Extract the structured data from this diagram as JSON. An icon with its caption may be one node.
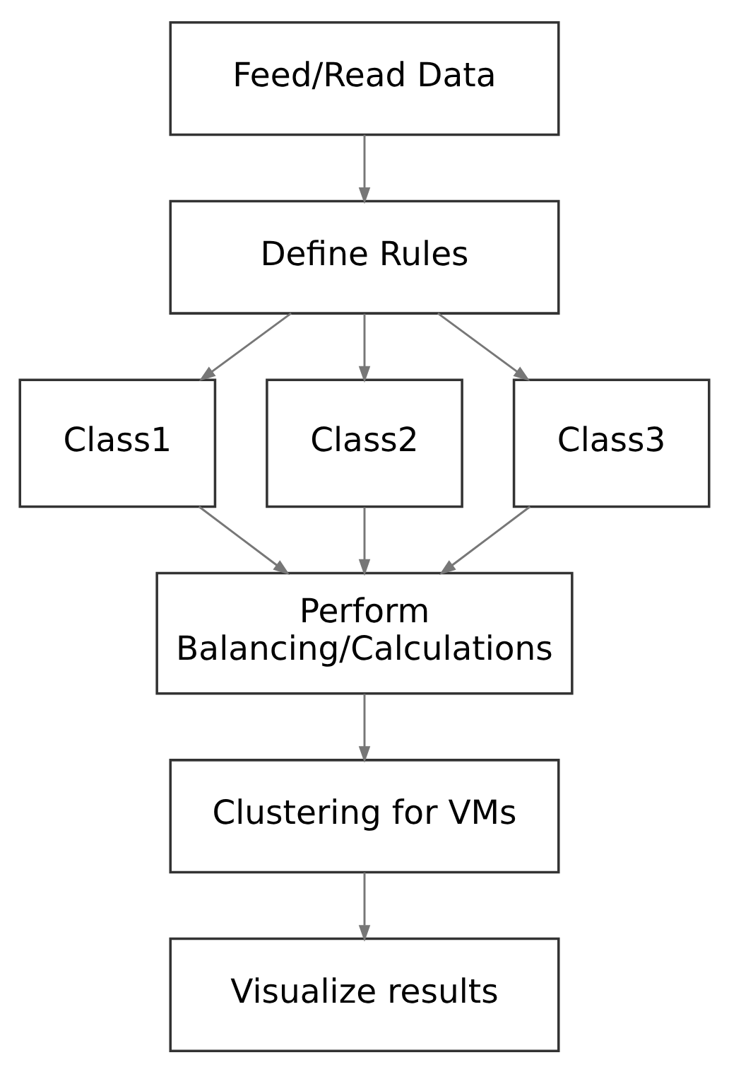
{
  "diagram": {
    "nodes": [
      {
        "text": [
          "Feed/Read Data"
        ]
      },
      {
        "text": [
          "Define Rules"
        ]
      },
      {
        "text": [
          "Class1"
        ]
      },
      {
        "text": [
          "Class2"
        ]
      },
      {
        "text": [
          "Class3"
        ]
      },
      {
        "text": [
          "Perform Balancing/Calculations"
        ]
      },
      {
        "text": [
          "Clustering for VMs"
        ]
      },
      {
        "text": [
          "Visualize results"
        ]
      }
    ],
    "edges": [
      {
        "from": 0,
        "to": 1,
        "arrow": "to"
      },
      {
        "from": 1,
        "to": 2,
        "arrow": "to"
      },
      {
        "from": 1,
        "to": 3,
        "arrow": "to"
      },
      {
        "from": 1,
        "to": 4,
        "arrow": "to"
      },
      {
        "from": 2,
        "to": 5,
        "arrow": "to"
      },
      {
        "from": 3,
        "to": 5,
        "arrow": "to"
      },
      {
        "from": 4,
        "to": 5,
        "arrow": "to"
      },
      {
        "from": 5,
        "to": 6,
        "arrow": "to"
      },
      {
        "from": 6,
        "to": 7,
        "arrow": "to"
      }
    ]
  }
}
